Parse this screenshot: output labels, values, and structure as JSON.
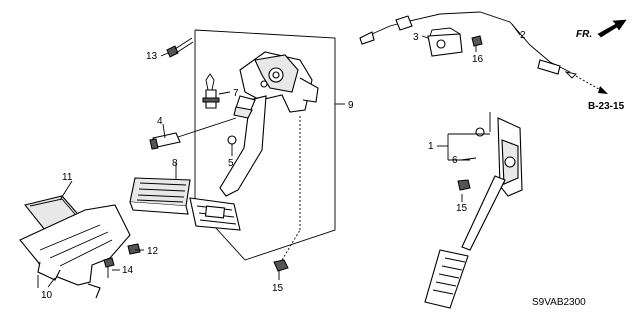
{
  "callouts": {
    "c1": "1",
    "c2": "2",
    "c3": "3",
    "c4": "4",
    "c5": "5",
    "c6": "6",
    "c7": "7",
    "c8": "8",
    "c9": "9",
    "c10": "10",
    "c11": "11",
    "c12": "12",
    "c13": "13",
    "c14": "14",
    "c15a": "15",
    "c15b": "15",
    "c16": "16"
  },
  "front_marker": "FR.",
  "reference": "B-23-15",
  "diagram_code": "S9VAB2300"
}
